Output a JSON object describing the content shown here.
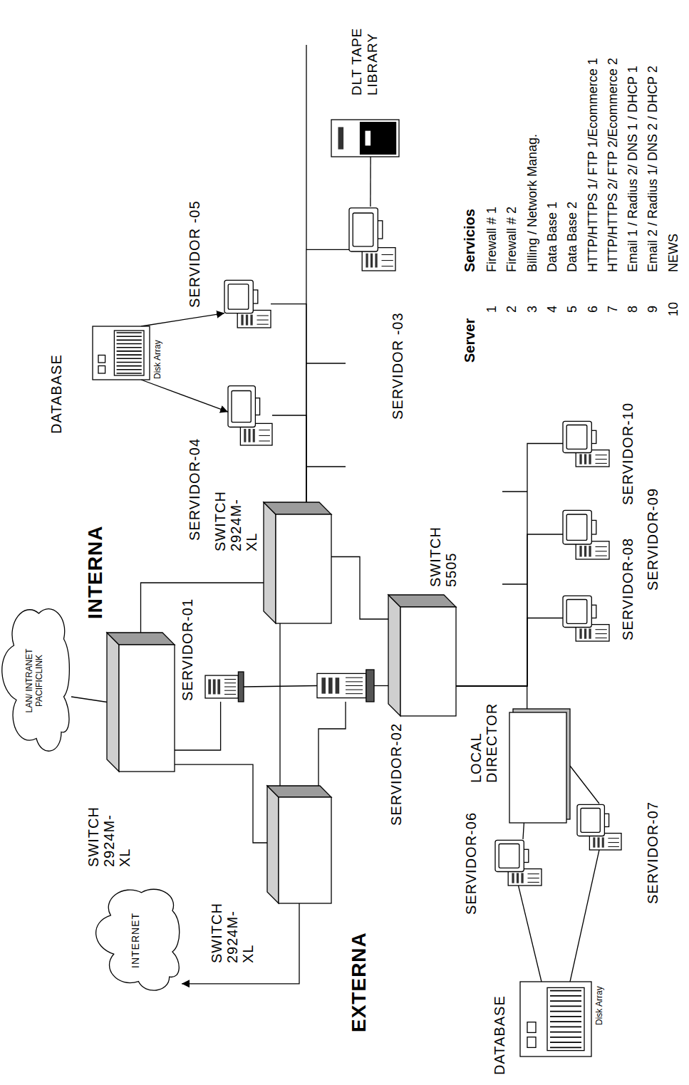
{
  "diagram": {
    "nodes": [
      {
        "text": [
          "INTERNET"
        ]
      },
      {
        "text": [
          "LAN/ INTRANET PACIFICLINK"
        ]
      },
      {
        "text": [
          "SWITCH 2924M-XL"
        ]
      },
      {
        "text": [
          "SWITCH 2924M-XL"
        ]
      },
      {
        "text": [
          "SWITCH 2924M-XL"
        ]
      },
      {
        "text": [
          "SERVIDOR-01"
        ]
      },
      {
        "text": [
          "SERVIDOR-02"
        ]
      },
      {
        "text": [
          "SWITCH 5505"
        ]
      },
      {
        "text": [
          "LOCAL DIRECTOR"
        ]
      },
      {
        "text": [
          "DATABASE",
          "Disk Array"
        ]
      },
      {
        "text": [
          "SERVIDOR-04"
        ]
      },
      {
        "text": [
          "SERVIDOR -05"
        ]
      },
      {
        "text": [
          "SERVIDOR -03"
        ]
      },
      {
        "text": [
          "DLT TAPE LIBRARY"
        ]
      },
      {
        "text": [
          "SERVIDOR-06"
        ]
      },
      {
        "text": [
          "SERVIDOR-07"
        ]
      },
      {
        "text": [
          "DATABASE",
          "Disk Array"
        ]
      },
      {
        "text": [
          "SERVIDOR-08"
        ]
      },
      {
        "text": [
          "SERVIDOR-09"
        ]
      },
      {
        "text": [
          "SERVIDOR-10"
        ]
      }
    ],
    "edges": [
      {
        "from": 1,
        "to": 2,
        "arrow": "none"
      },
      {
        "from": 3,
        "to": 0,
        "arrow": "to"
      },
      {
        "from": 2,
        "to": 5,
        "arrow": "none"
      },
      {
        "from": 2,
        "to": 3,
        "arrow": "none"
      },
      {
        "from": 2,
        "to": 4,
        "arrow": "none"
      },
      {
        "from": 3,
        "to": 6,
        "arrow": "none"
      },
      {
        "from": 3,
        "to": 4,
        "arrow": "none"
      },
      {
        "from": 5,
        "to": 6,
        "arrow": "none"
      },
      {
        "from": 6,
        "to": 7,
        "arrow": "none"
      },
      {
        "from": 4,
        "to": 7,
        "arrow": "none"
      },
      {
        "from": 4,
        "to": 10,
        "arrow": "none"
      },
      {
        "from": 4,
        "to": 11,
        "arrow": "none"
      },
      {
        "from": 4,
        "to": 12,
        "arrow": "none"
      },
      {
        "from": 9,
        "to": 10,
        "arrow": "to"
      },
      {
        "from": 9,
        "to": 11,
        "arrow": "to"
      },
      {
        "from": 12,
        "to": 13,
        "arrow": "none"
      },
      {
        "from": 7,
        "to": 8,
        "arrow": "none"
      },
      {
        "from": 7,
        "to": 17,
        "arrow": "none"
      },
      {
        "from": 7,
        "to": 18,
        "arrow": "none"
      },
      {
        "from": 7,
        "to": 19,
        "arrow": "none"
      },
      {
        "from": 8,
        "to": 14,
        "arrow": "none"
      },
      {
        "from": 8,
        "to": 15,
        "arrow": "none"
      },
      {
        "from": 16,
        "to": 14,
        "arrow": "none"
      },
      {
        "from": 16,
        "to": 15,
        "arrow": "none"
      }
    ],
    "labels": [
      "INTERNA",
      "EXTERNA",
      "Server",
      "Servicios",
      "1",
      "Firewall # 1",
      "2",
      "Firewall # 2",
      "3",
      "Billing / Network Manag.",
      "4",
      "Data Base 1",
      "5",
      "Data Base 2",
      "6",
      "HTTP/HTTPS 1/ FTP 1/Ecommerce 1",
      "7",
      "HTTP/HTTPS 2/ FTP 2/Ecommerce 2",
      "8",
      "Email 1 / Radius 2/ DNS 1 / DHCP 1",
      "9",
      "Email 2 / Radius 1/ DNS 2 / DHCP 2",
      "10",
      "NEWS"
    ]
  }
}
